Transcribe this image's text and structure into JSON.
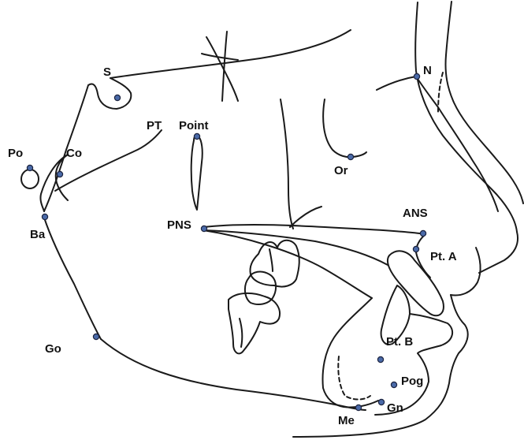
{
  "colors": {
    "outline": "#1a1a1a",
    "landmark": "#4a6aa8",
    "background": "#ffffff"
  },
  "landmarks": {
    "S": "S",
    "N": "N",
    "PT": "PT",
    "Point": "Point",
    "Po": "Po",
    "Co": "Co",
    "Ba": "Ba",
    "Or": "Or",
    "PNS": "PNS",
    "ANS": "ANS",
    "PtA": "Pt. A",
    "Go": "Go",
    "PtB": "Pt. B",
    "Pog": "Pog",
    "Gn": "Gn",
    "Me": "Me"
  }
}
